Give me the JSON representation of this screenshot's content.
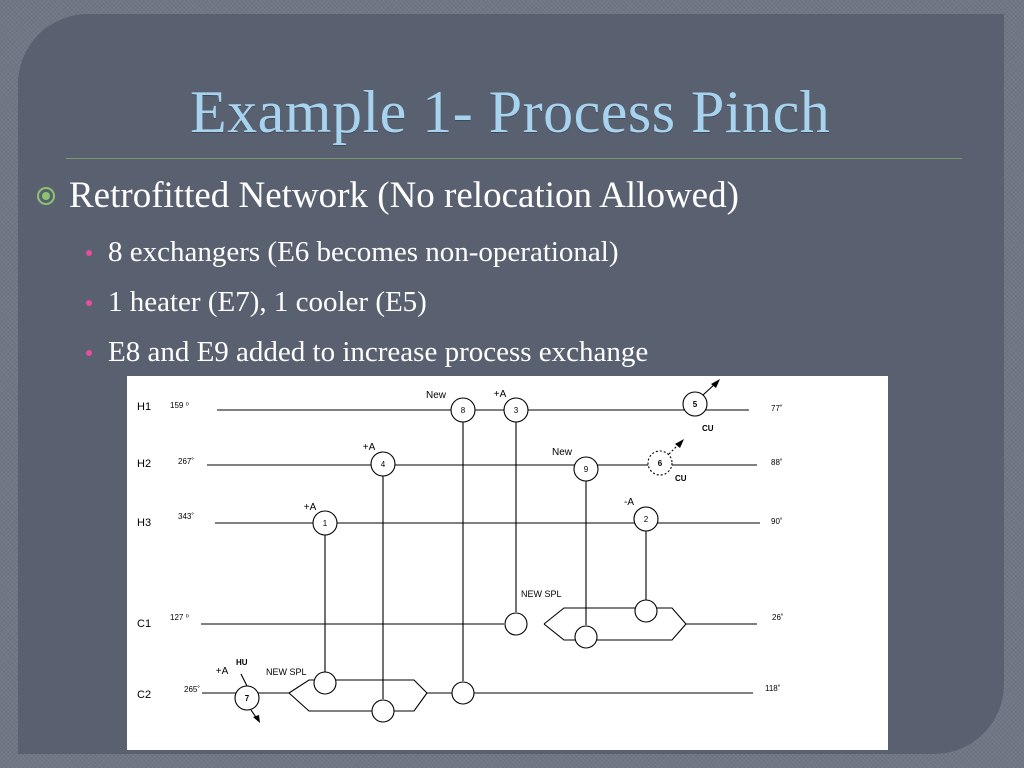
{
  "slide": {
    "title": "Example 1- Process Pinch",
    "bullets": [
      {
        "level": 1,
        "text": "Retrofitted Network (No relocation Allowed)"
      },
      {
        "level": 2,
        "text": "8 exchangers (E6 becomes non-operational)"
      },
      {
        "level": 2,
        "text": "1 heater (E7), 1 cooler (E5)"
      },
      {
        "level": 2,
        "text": "E8 and E9 added to increase process exchange"
      }
    ]
  },
  "colors": {
    "title": "#a7d3ef",
    "bullet_text": "#ffffff",
    "sub_bullet_dot": "#e64e9d",
    "main_bullet_marker": "#8dc26f",
    "panel": "#596170"
  },
  "diagram": {
    "streams": [
      {
        "name": "H1",
        "t_in": "159 ⁰",
        "t_out": "77˚"
      },
      {
        "name": "H2",
        "t_in": "267˚",
        "t_out": "88˚"
      },
      {
        "name": "H3",
        "t_in": "343˚",
        "t_out": "90˚"
      },
      {
        "name": "C1",
        "t_in": "127 ⁰",
        "t_out": "26˚"
      },
      {
        "name": "C2",
        "t_in": "265˚",
        "t_out": "118˚"
      }
    ],
    "exchangers": {
      "e1": {
        "id": "1",
        "tag": "+A"
      },
      "e2": {
        "id": "2",
        "tag": "-A"
      },
      "e3": {
        "id": "3",
        "tag": "+A"
      },
      "e4": {
        "id": "4",
        "tag": "+A"
      },
      "e8": {
        "id": "8",
        "tag": "New"
      },
      "e9": {
        "id": "9",
        "tag": "New"
      }
    },
    "utilities": {
      "e5": {
        "id": "5",
        "label": "CU"
      },
      "e6": {
        "id": "6",
        "label": "CU"
      },
      "e7": {
        "id": "7",
        "label": "HU",
        "tag": "+A"
      }
    },
    "splits": {
      "c1": "NEW SPL",
      "c2": "NEW SPL"
    }
  }
}
